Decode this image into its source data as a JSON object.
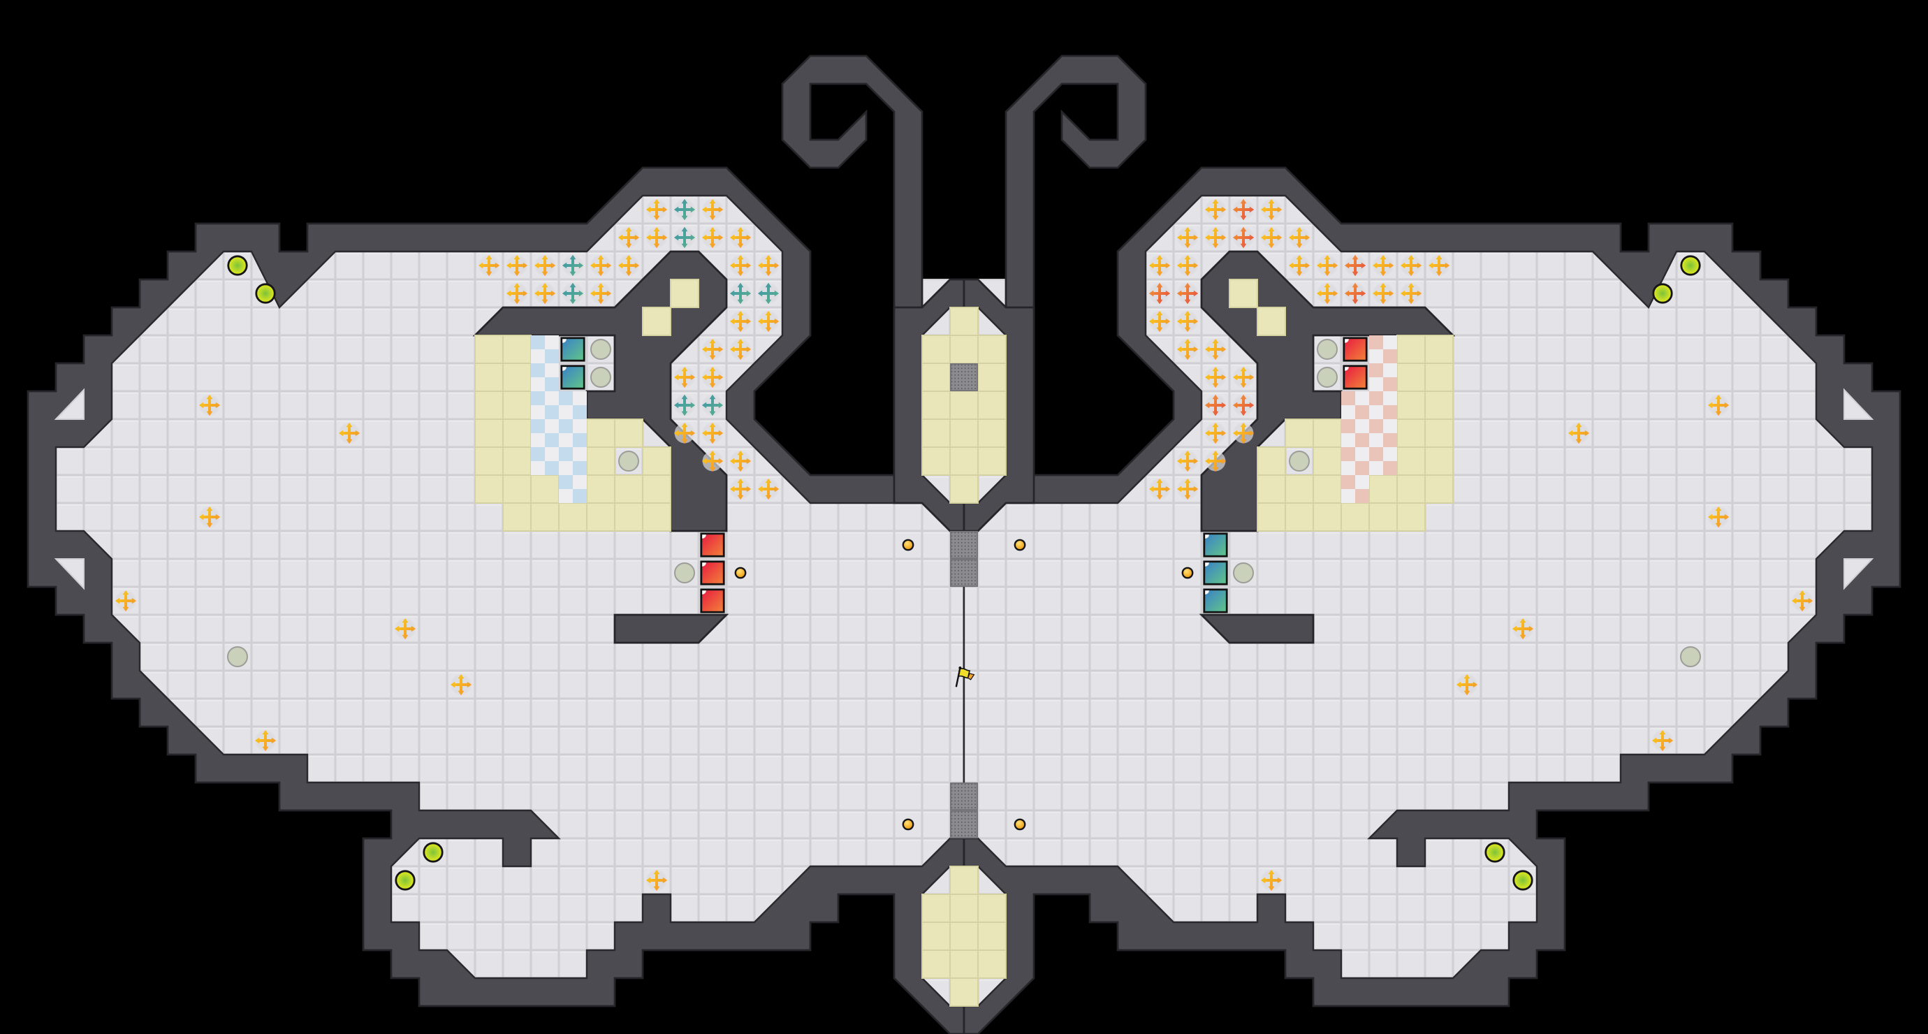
{
  "level": {
    "view": "level-map",
    "palette": {
      "void": "#000000",
      "floor": "#e4e4e8",
      "floor_grid": "#cfcfd4",
      "wall": "#4b4b51",
      "wall_edge": "#26262a",
      "sand": "#e9e6ba",
      "checker_left": "#c4dbed",
      "checker_right": "#eac4b8",
      "arrow_yellow": "#f7c21d",
      "arrow_orange": "#f3952a",
      "arrow_teal": "#4aa59c",
      "arrow_red": "#ec5f3a",
      "block_teal": "#3f8fc2",
      "block_red": "#e8283c",
      "socket": "#c9d1bb",
      "lime_button": "#c8dc1e",
      "chip": "#f5b915",
      "grate": "#8c8c90",
      "flag": "#f2dc2a"
    },
    "legend": [
      {
        "icon": "force-floor-arrow-icon",
        "variant": "yellow"
      },
      {
        "icon": "force-floor-arrow-icon",
        "variant": "teal"
      },
      {
        "icon": "force-floor-arrow-icon",
        "variant": "red"
      },
      {
        "icon": "pushable-block-icon",
        "variant": "teal"
      },
      {
        "icon": "pushable-block-icon",
        "variant": "red"
      },
      {
        "icon": "socket-circle-icon"
      },
      {
        "icon": "lime-button-icon"
      },
      {
        "icon": "chip-dot-icon"
      },
      {
        "icon": "grate-tile-icon"
      },
      {
        "icon": "goal-flag-icon"
      }
    ]
  }
}
